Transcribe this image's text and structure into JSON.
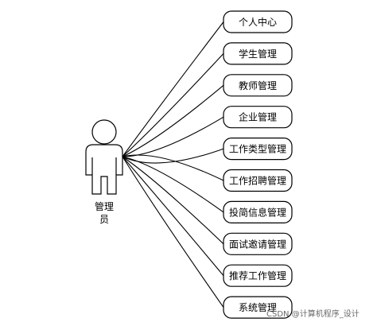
{
  "actor": {
    "label_line1": "管理",
    "label_line2": "员"
  },
  "use_cases": [
    "个人中心",
    "学生管理",
    "教师管理",
    "企业管理",
    "工作类型管理",
    "工作招聘管理",
    "投简信息管理",
    "面试邀请管理",
    "推荐工作管理",
    "系统管理"
  ],
  "watermark": "CSDN @计算机程序_设计",
  "colors": {
    "stroke": "#000000",
    "background": "#ffffff",
    "watermark": "#6a6a6a"
  }
}
